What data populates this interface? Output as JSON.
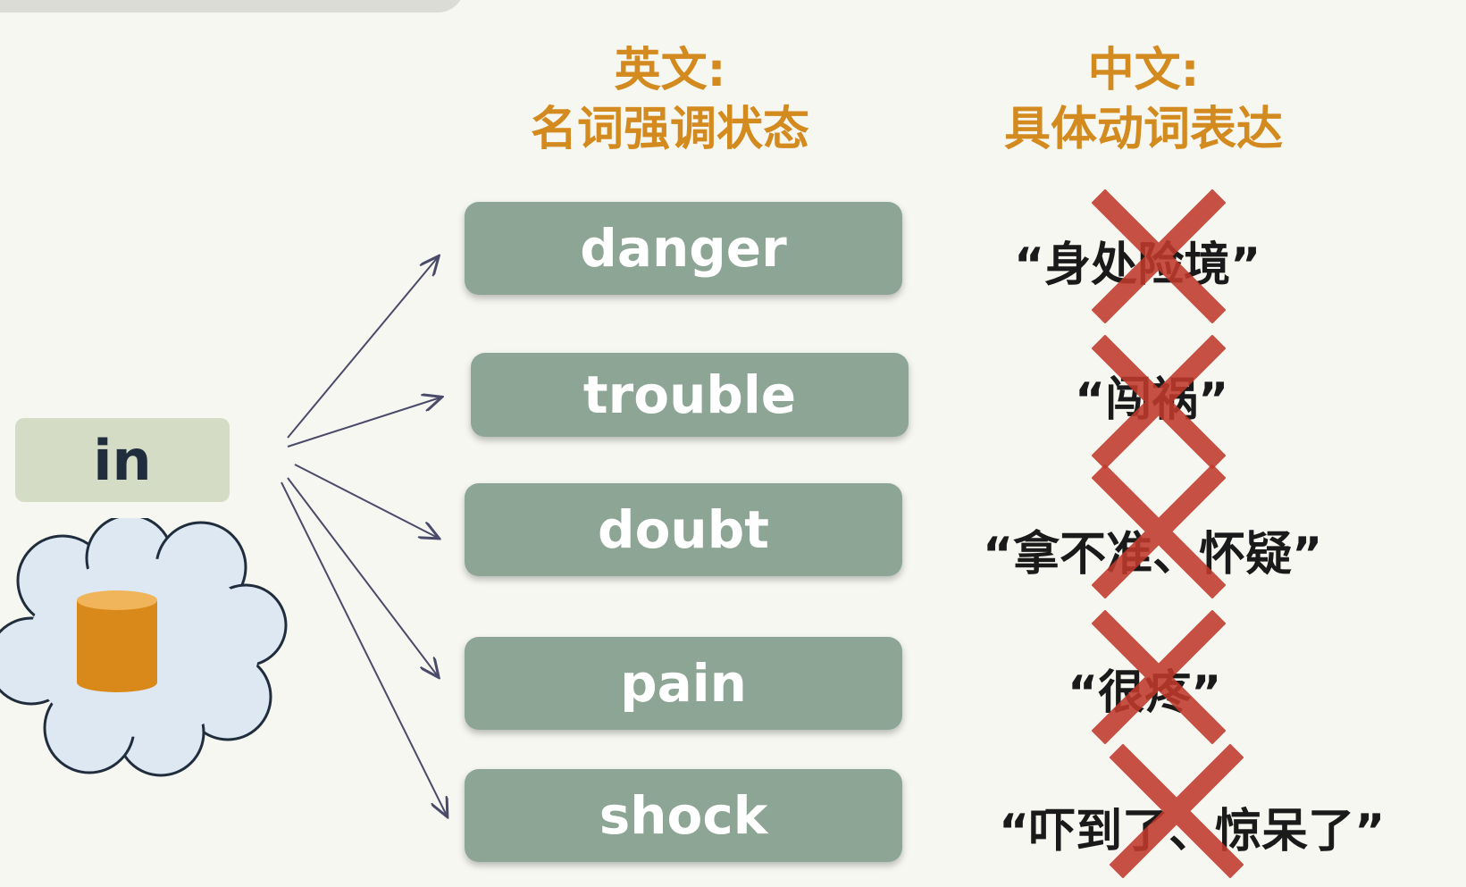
{
  "headings": {
    "english": {
      "line1": "英文:",
      "line2": "名词强调状态"
    },
    "chinese": {
      "line1": "中文:",
      "line2": "具体动词表达"
    }
  },
  "preposition": "in",
  "english_words": [
    "danger",
    "trouble",
    "doubt",
    "pain",
    "shock"
  ],
  "chinese_phrases": [
    "“身处险境”",
    "“闯祸”",
    "“拿不准、怀疑”",
    "“很疼”",
    "“吓到了、惊呆了”"
  ],
  "colors": {
    "heading": "#d38a1f",
    "word_box": "#8ca594",
    "in_box": "#d5dcc6",
    "cross": "#c0392b",
    "cylinder": "#d9891a",
    "cloud": "#dde8f3"
  },
  "icons": [
    "cloud-icon",
    "cylinder-icon",
    "arrow-icon",
    "red-cross-icon"
  ]
}
